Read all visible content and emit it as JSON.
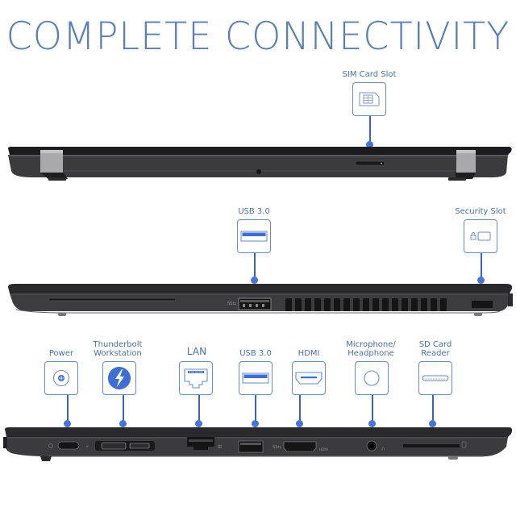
{
  "title": "COMPLETE CONNECTIVITY",
  "colors": {
    "title": "#5b7fb5",
    "label": "#4a6fa5",
    "callout_border": "#6c8bbd",
    "connector": "#3d63b8",
    "dot": "#4a73d6",
    "icon_fill": "#3f6fd1",
    "laptop_body": "#3a3a3c",
    "laptop_dark": "#1f1f21"
  },
  "views": [
    {
      "name": "rear-view",
      "callouts": [
        {
          "id": "sim-card-slot",
          "label": "SIM Card Slot",
          "icon": "sim-card-icon"
        }
      ]
    },
    {
      "name": "right-side-view",
      "callouts": [
        {
          "id": "usb-3-right",
          "label": "USB 3.0",
          "icon": "usb-icon"
        },
        {
          "id": "security-slot",
          "label": "Security Slot",
          "icon": "lock-slot-icon"
        }
      ]
    },
    {
      "name": "left-side-view",
      "callouts": [
        {
          "id": "power",
          "label": "Power",
          "icon": "power-port-icon"
        },
        {
          "id": "thunderbolt",
          "label_line1": "Thunderbolt",
          "label_line2": "Workstation",
          "icon": "thunderbolt-icon"
        },
        {
          "id": "lan",
          "label": "LAN",
          "icon": "ethernet-icon"
        },
        {
          "id": "usb-3-left",
          "label": "USB 3.0",
          "icon": "usb-icon"
        },
        {
          "id": "hdmi",
          "label": "HDMI",
          "icon": "hdmi-icon"
        },
        {
          "id": "audio",
          "label_line1": "Microphone/",
          "label_line2": "Headphone",
          "icon": "audio-jack-icon"
        },
        {
          "id": "sd-card",
          "label_line1": "SD Card",
          "label_line2": "Reader",
          "icon": "sd-card-icon"
        }
      ]
    }
  ]
}
